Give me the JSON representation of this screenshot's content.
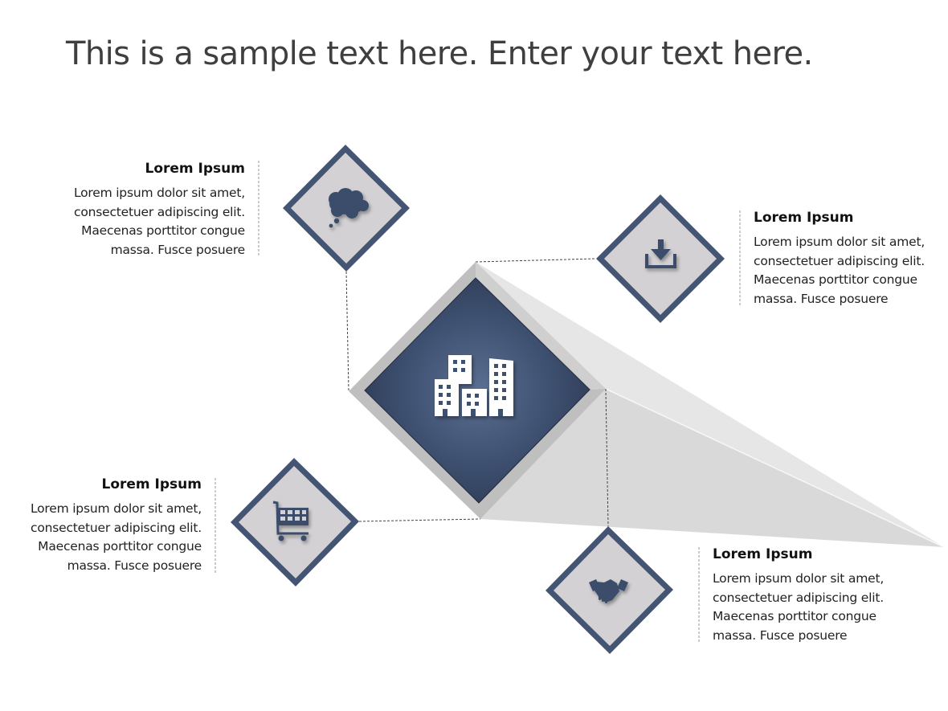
{
  "slide": {
    "title": "This is a sample text here. Enter your text here."
  },
  "colors": {
    "accent_navy": "#435572",
    "diamond_fill": "#d3d1d3",
    "center_frame": "#bfbfbf",
    "beam_light": "#e4e4e4",
    "beam_dark": "#d9d9d9",
    "text_dark": "#1e1e1e",
    "title_gray": "#3f3f3f"
  },
  "center": {
    "icon": "office-buildings-icon"
  },
  "items": [
    {
      "position": "top-left",
      "icon": "thought-cloud-icon",
      "heading": "Lorem Ipsum",
      "lines": [
        "Lorem ipsum dolor sit amet,",
        "consectetuer adipiscing elit.",
        "Maecenas porttitor congue",
        "massa. Fusce posuere"
      ]
    },
    {
      "position": "top-right",
      "icon": "download-icon",
      "heading": "Lorem Ipsum",
      "lines": [
        "Lorem ipsum dolor sit amet,",
        "consectetuer adipiscing elit.",
        "Maecenas porttitor congue",
        "massa. Fusce posuere"
      ]
    },
    {
      "position": "bottom-left",
      "icon": "shopping-cart-icon",
      "heading": "Lorem Ipsum",
      "lines": [
        "Lorem ipsum dolor sit amet,",
        "consectetuer adipiscing elit.",
        "Maecenas porttitor congue",
        "massa. Fusce posuere"
      ]
    },
    {
      "position": "bottom-right",
      "icon": "handshake-icon",
      "heading": "Lorem Ipsum",
      "lines": [
        "Lorem ipsum dolor sit amet,",
        "consectetuer adipiscing elit.",
        "Maecenas porttitor congue",
        "massa. Fusce posuere"
      ]
    }
  ]
}
